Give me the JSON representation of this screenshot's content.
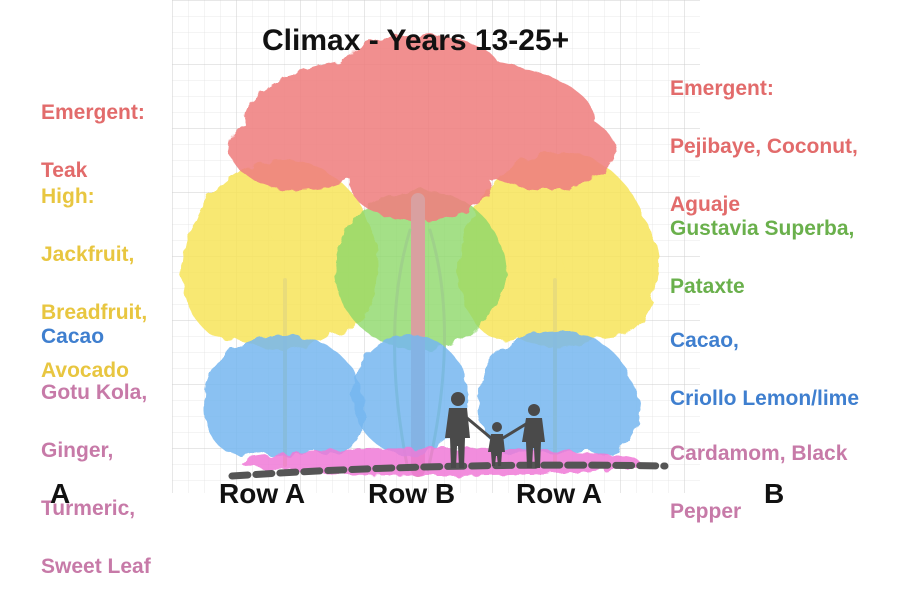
{
  "title": "Climax - Years 13-25+",
  "colors": {
    "emergent": "#e26b6b",
    "high": "#f0d44a",
    "mid_green": "#6ab04c",
    "understory": "#3f7fcf",
    "ground": "#c77aa8",
    "canopy_pink": "#f08080",
    "canopy_yellow": "#f7e45a",
    "canopy_green": "#8ed96a",
    "canopy_blue": "#76b7f0",
    "ground_magenta": "#f07ad8"
  },
  "left_labels": [
    {
      "id": "emergent",
      "heading": "Emergent:",
      "items": [
        "Teak"
      ]
    },
    {
      "id": "high",
      "heading": "High:",
      "items": [
        "Jackfruit,",
        "Breadfruit,",
        "Avocado"
      ]
    },
    {
      "id": "mid",
      "heading": "",
      "items": [
        "Cacao"
      ]
    },
    {
      "id": "ground",
      "heading": "",
      "items": [
        "Gotu Kola,",
        "Ginger,",
        "Turmeric,",
        "Sweet Leaf"
      ]
    }
  ],
  "right_labels": [
    {
      "id": "emergent",
      "heading": "Emergent:",
      "items": [
        "Pejibaye, Coconut,",
        "Aguaje"
      ]
    },
    {
      "id": "high",
      "heading": "",
      "items": [
        "Gustavia Superba,",
        "Pataxte"
      ]
    },
    {
      "id": "mid",
      "heading": "",
      "items": [
        "Cacao,",
        "Criollo Lemon/lime"
      ]
    },
    {
      "id": "ground",
      "heading": "",
      "items": [
        "Cardamom, Black",
        "Pepper"
      ]
    }
  ],
  "bottom": {
    "a": "A",
    "row_a_left": "Row A",
    "row_b": "Row B",
    "row_a_right": "Row A",
    "b": "B"
  },
  "icons": {
    "figures": "family-silhouette-icon",
    "trees": "tree-canopy-icon"
  }
}
